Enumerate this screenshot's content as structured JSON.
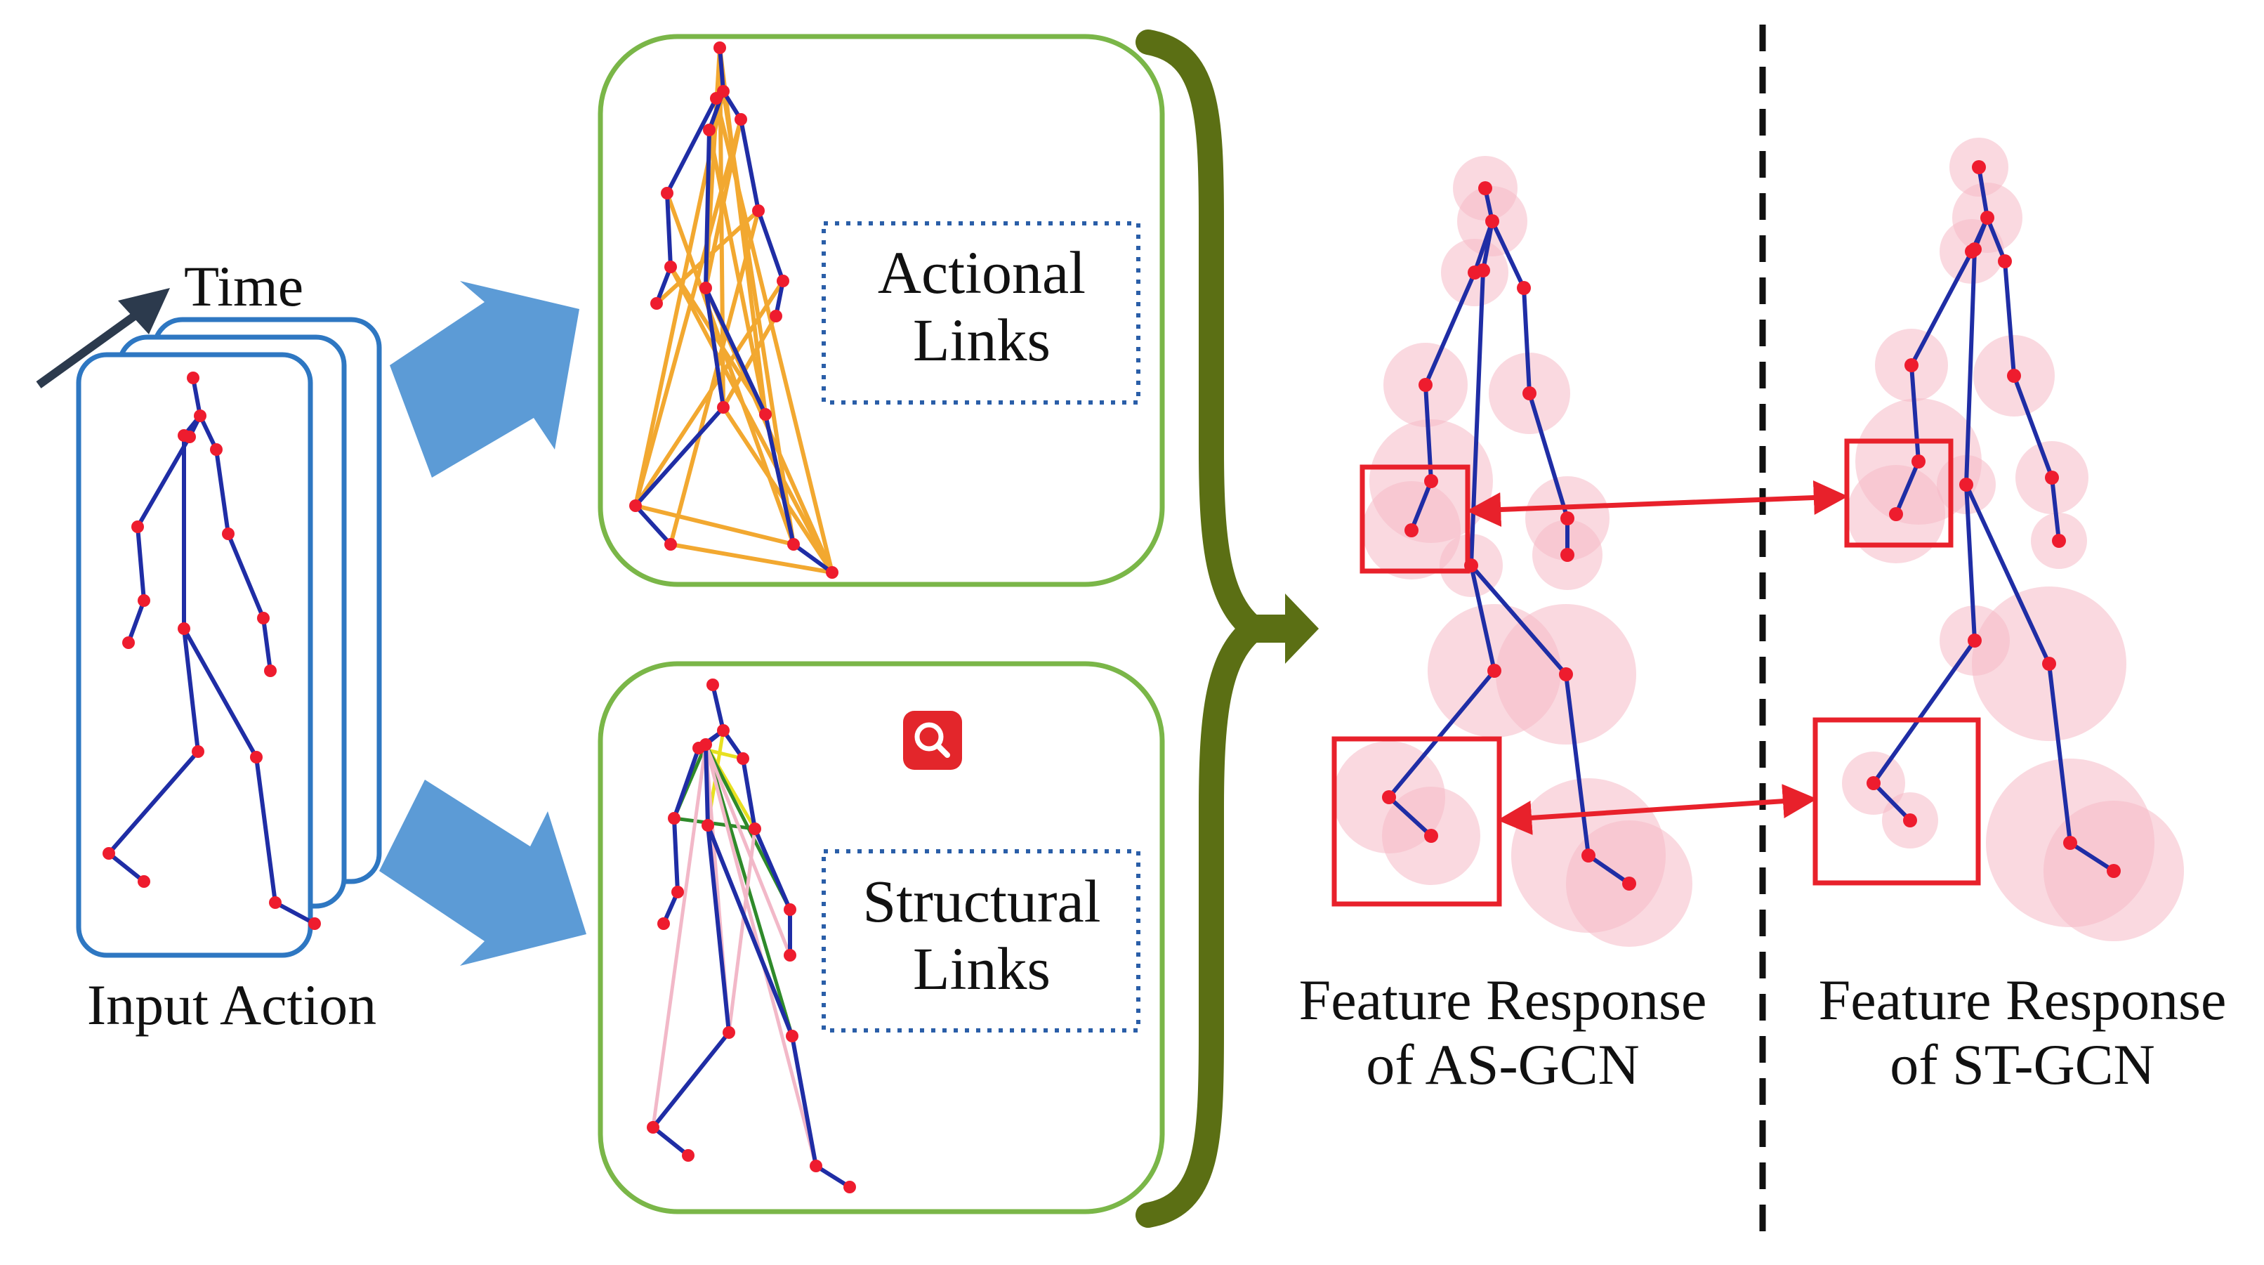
{
  "labels": {
    "time": "Time",
    "input_action": "Input Action",
    "actional_line1": "Actional",
    "actional_line2": "Links",
    "structural_line1": "Structural",
    "structural_line2": "Links",
    "as_line1": "Feature Response",
    "as_line2": "of AS-GCN",
    "st_line1": "Feature Response",
    "st_line2": "of ST-GCN"
  },
  "icons": {
    "time_arrow": "diagonal-arrow-icon",
    "process_arrows": "block-arrow-icon",
    "brace": "curly-brace-icon",
    "badge": "magnifier-icon"
  },
  "colors": {
    "skeleton_bone": "#1f2da5",
    "joint": "#ee1c2e",
    "actional_link": "#f2a830",
    "structural_link_yellow": "#e8e020",
    "structural_link_green": "#2f8a2a",
    "structural_link_pink": "#f2b8c8",
    "response_halo": "#f6b9c7",
    "highlight_box": "#e8212b",
    "panel_border": "#7ab648",
    "frame_border": "#2e77c2",
    "block_arrow": "#5c9bd6",
    "brace": "#5b6f14",
    "divider": "#111111",
    "badge": "#e3262b"
  }
}
